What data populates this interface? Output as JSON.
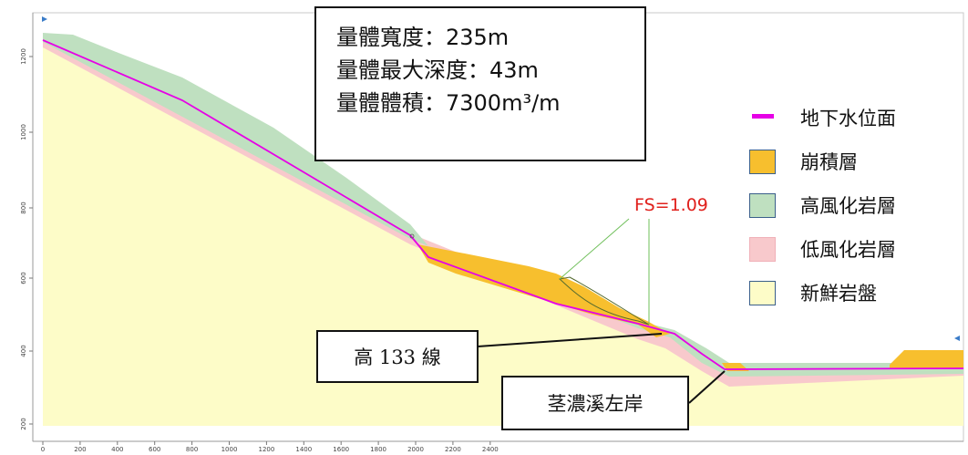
{
  "info_box": {
    "lines": [
      "量體寬度：235m",
      "量體最大深度：43m",
      "量體體積：7300m³/m"
    ]
  },
  "fs_label": "FS=1.09",
  "callouts": {
    "line_label": "高 133 線",
    "bank_label": "茎濃溪左岸"
  },
  "legend": [
    {
      "label": "地下水位面",
      "kind": "line",
      "color": "#e600e6"
    },
    {
      "label": "崩積層",
      "kind": "box",
      "color": "#f7bf2e",
      "border": "#3a5f8a"
    },
    {
      "label": "高風化岩層",
      "kind": "box",
      "color": "#bfe0c0",
      "border": "#3a5f8a"
    },
    {
      "label": "低風化岩層",
      "kind": "box",
      "color": "#f8c9cc",
      "border": "#f0b0b8"
    },
    {
      "label": "新鮮岩盤",
      "kind": "box",
      "color": "#fdfcc8",
      "border": "#3a5f8a"
    }
  ],
  "axes": {
    "x_ticks": [
      "0",
      "200",
      "400",
      "600",
      "800",
      "1000",
      "1200",
      "1400",
      "1600",
      "1800",
      "2000",
      "2200",
      "2400"
    ],
    "y_ticks": [
      "1200",
      "1000",
      "800",
      "600",
      "400",
      "200"
    ]
  },
  "colors": {
    "fresh_rock": "#fdfcc8",
    "low_weathered": "#f8c9cc",
    "high_weathered": "#bfe0c0",
    "colluvium": "#f7bf2e",
    "groundwater": "#e600e6",
    "fs_text": "#e0201c",
    "slip_surface": "#6fbf5a"
  }
}
